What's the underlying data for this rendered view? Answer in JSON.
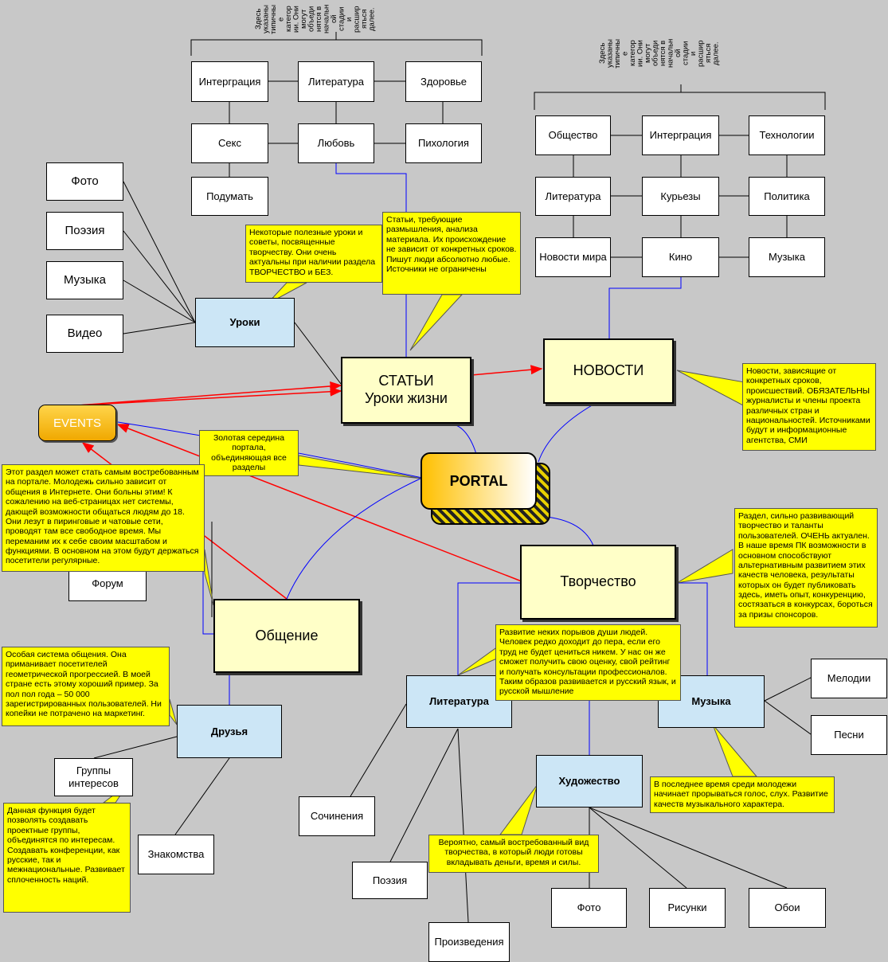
{
  "top_left_group": {
    "caption": "Здесь\nуказаны\nтипичны\nе\nкатегор\nии. Они\nмогут\nобъеди\nнятся в\nначальн\nой\nстадии\nи\nрасшир\nяться\nдалее.",
    "items": [
      "Интерграция",
      "Литература",
      "Здоровье",
      "Секс",
      "Любовь",
      "Пихология",
      "Подумать"
    ]
  },
  "top_right_group": {
    "caption": "Здесь\nуказаны\nтипичны\nе\nкатегор\nии. Они\nмогут\nобъеди\nнятся в\nначальн\nой\nстадии\nи\nрасшир\nяться\nдалее.",
    "items": [
      "Общество",
      "Интерграция",
      "Технологии",
      "Литература",
      "Курьезы",
      "Политика",
      "Новости мира",
      "Кино",
      "Музыка"
    ]
  },
  "media": [
    "Фото",
    "Поэзия",
    "Музыка",
    "Видео"
  ],
  "nodes": {
    "uroki": "Уроки",
    "stati_line1": "СТАТЬИ",
    "stati_line2": "Уроки жизни",
    "novosti": "НОВОСТИ",
    "events": "EVENTS",
    "portal": "PORTAL",
    "tvorchestvo": "Творчество",
    "obschenie": "Общение",
    "forum": "Форум",
    "druzya": "Друзья",
    "gruppy": "Группы интересов",
    "znakomstva": "Знакомства",
    "literatura": "Литература",
    "muzyka": "Музыка",
    "hudozhestvo": "Художество",
    "sochineniya": "Сочинения",
    "poeziya": "Поэзия",
    "proizvedeniya": "Произведения",
    "melodii": "Мелодии",
    "pesni": "Песни",
    "foto": "Фото",
    "risunki": "Рисунки",
    "oboi": "Обои"
  },
  "notes": {
    "uroki": "Некоторые полезные уроки и советы, посвященные творчеству. Они очень актуальны при наличии раздела ТВОРЧЕСТВО и БЕЗ.",
    "stati": "Статьи, требующие размышления, анализа материала. Их происхождение не зависит от конкретных сроков. Пишут люди абсолютно любые. Источники не ограничены",
    "novosti": "Новости, зависящие от конкретных сроков, происшествий. ОБЯЗАТЕЛЬНЫ журналисты и члены проекта различных стран и национальностей. Источниками будут и информационные агентства, СМИ",
    "portal": "Золотая середина портала, объединяющая все разделы",
    "obschenie": "Этот раздел может стать самым востребованным на портале. Молодежь сильно зависит от общения в Интернете. Они больны этим! К сожалению на веб-страницах нет системы, дающей возможности общаться людям до 18. Они лезут в пиринговые и чатовые сети, проводят там все свободное время. Мы переманим их к себе своим масштабом и функциями. В основном на этом будут держаться посетители регулярные.",
    "tvorchestvo": "Раздел, сильно развивающий творчество и таланты пользователей. ОЧЕНЬ актуален. В наше время ПК возможности в основном способствуют альтернативным развитием этих качеств человека, результаты которых он будет публиковать здесь, иметь опыт, конкуренцию, состязаться в конкурсах, бороться за призы спонсоров.",
    "literatura": "Развитие неких порывов души людей. Человек редко доходит до пера, если его труд не будет цениться никем. У нас он же сможет получить свою оценку, свой рейтинг и получать консультации профессионалов. Таким образов развивается и русский язык, и русской мышление",
    "druzya": "Особая система общения. Она приманивает посетителей геометрической прогрессией. В моей стране есть этому хороший пример. За пол пол года – 50 000 зарегистрированных пользователей. Ни копейки не потрачено на маркетинг.",
    "gruppy": "Данная функция будет позволять создавать проектные группы, объединятся по интересам. Создавать конференции, как русские, так и межнациональные. Развивает сплоченность наций.",
    "muzyka": "В последнее время среди молодежи начинает прорываться голос, слух. Развитие качеств музыкального характера.",
    "hudozhestvo": "Вероятно, самый востребованный вид творчества, в который люди готовы вкладывать деньги, время и силы."
  },
  "colors": {
    "note": "#ffff00",
    "blue_box": "#cce6f6",
    "cream_box": "#ffffc8",
    "red_arrow": "#ff0000",
    "blue_line": "#0000ff"
  }
}
